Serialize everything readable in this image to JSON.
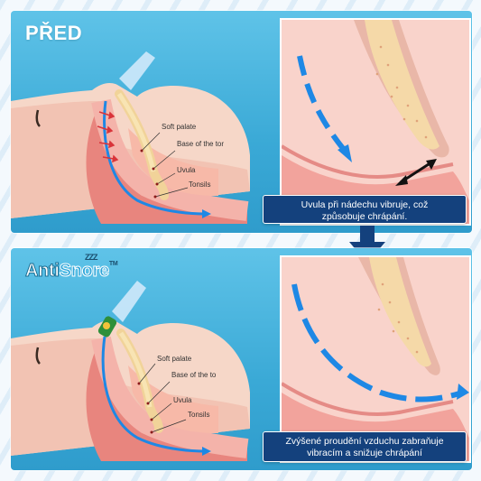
{
  "before_panel": {
    "title": "PŘED",
    "labels": {
      "soft_palate": "Soft palate",
      "base_of_tongue": "Base of the tor",
      "uvula": "Uvula",
      "tonsils": "Tonsils"
    },
    "caption_line1": "Uvula při nádechu vibruje, což",
    "caption_line2": "způsobuje chrápání."
  },
  "after_panel": {
    "brand": {
      "part1": "Anti",
      "part2": "Snore",
      "tm": "TM",
      "zzz": "ZZZ"
    },
    "labels": {
      "soft_palate": "Soft palate",
      "base_of_tongue": "Base of the to",
      "uvula": "Uvula",
      "tonsils": "Tonsils"
    },
    "caption_line1": "Zvýšené proudění vzduchu zabraňuje",
    "caption_line2": "vibracím a snižuje chrápání"
  },
  "colors": {
    "panel_blue": "#3aa9d6",
    "caption_navy": "#14417d",
    "airflow_blue": "#1e90e8",
    "tissue_pink": "#f0a09a"
  },
  "icons": [
    "airflow-arrow-icon",
    "vibration-double-arrow-icon",
    "down-arrow-icon",
    "nasal-device-icon"
  ]
}
